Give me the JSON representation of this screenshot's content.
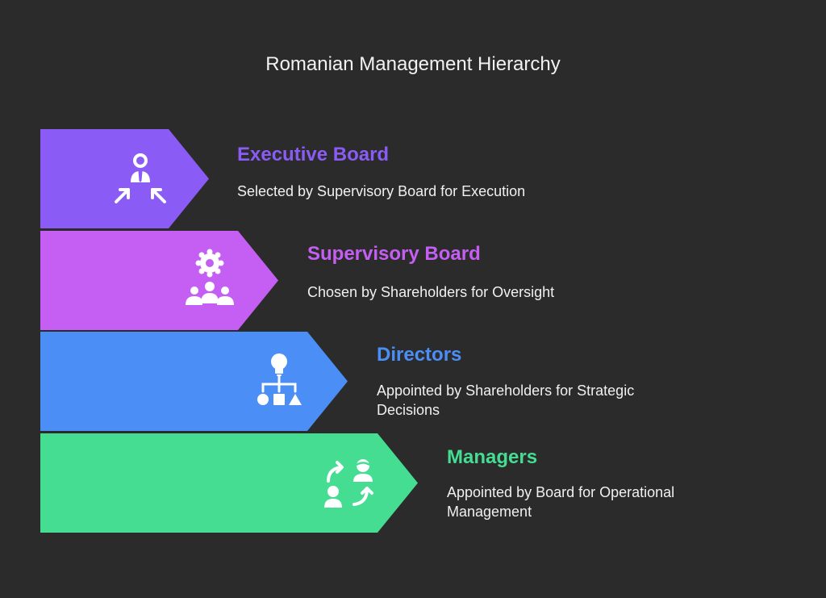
{
  "title": "Romanian Management Hierarchy",
  "levels": [
    {
      "title": "Executive Board",
      "description": "Selected by Supervisory Board for Execution",
      "color": "#8a5cf5",
      "icon": "executive-person-arrows-icon"
    },
    {
      "title": "Supervisory Board",
      "description": "Chosen by Shareholders for Oversight",
      "color": "#c55ff3",
      "icon": "group-settings-icon"
    },
    {
      "title": "Directors",
      "description": "Appointed by Shareholders for Strategic Decisions",
      "color": "#4b8ef5",
      "icon": "idea-flowchart-icon"
    },
    {
      "title": "Managers",
      "description": "Appointed by Board for Operational Management",
      "color": "#45dd91",
      "icon": "people-exchange-icon"
    }
  ]
}
